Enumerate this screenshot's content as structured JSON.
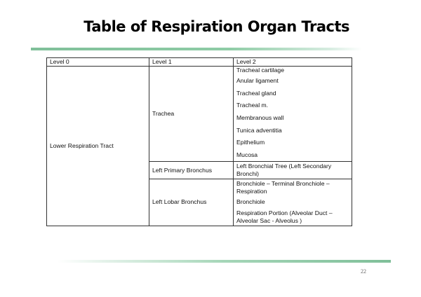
{
  "title": "Table of Respiration Organ Tracts",
  "page_number": "22",
  "table": {
    "headers": [
      "Level 0",
      "Level 1",
      "Level 2"
    ],
    "level0": "Lower Respiration Tract",
    "groups": [
      {
        "level1": "Trachea",
        "level2": [
          "Tracheal cartilage",
          "Anular ligament",
          "Tracheal gland",
          "Tracheal m.",
          "Membranous wall",
          "Tunica adventitia",
          "Epithelium",
          "Mucosa"
        ]
      },
      {
        "level1": "Left Primary Bronchus",
        "level2": [
          "Left Bronchial Tree (Left Secondary Bronchi)"
        ]
      },
      {
        "level1": "Left Lobar Bronchus",
        "level2": [
          "Bronchiole – Terminal Bronchiole – Respiration",
          "Bronchiole",
          "Respiration Portion (Alveolar Duct – Alveolar Sac - Alveolus )"
        ]
      }
    ]
  },
  "colors": {
    "accent_bar": "#7fbf99"
  }
}
